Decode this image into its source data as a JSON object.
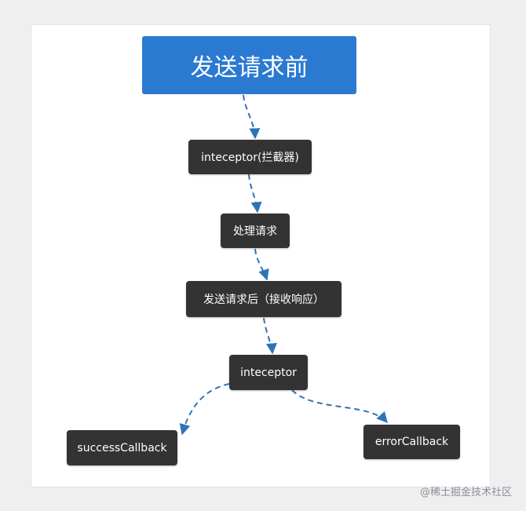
{
  "nodes": {
    "start": "发送请求前",
    "interceptor_request": "inteceptor(拦截器)",
    "process_request": "处理请求",
    "after_send": "发送请求后（接收响应）",
    "interceptor_response": "inteceptor",
    "success_callback": "successCallback",
    "error_callback": "errorCallback"
  },
  "watermark": "@稀土掘金技术社区",
  "colors": {
    "start_node": "#2a7ad2",
    "step_node": "#333333",
    "connector": "#2f73b7",
    "canvas": "#ffffff",
    "background": "#efefef"
  }
}
